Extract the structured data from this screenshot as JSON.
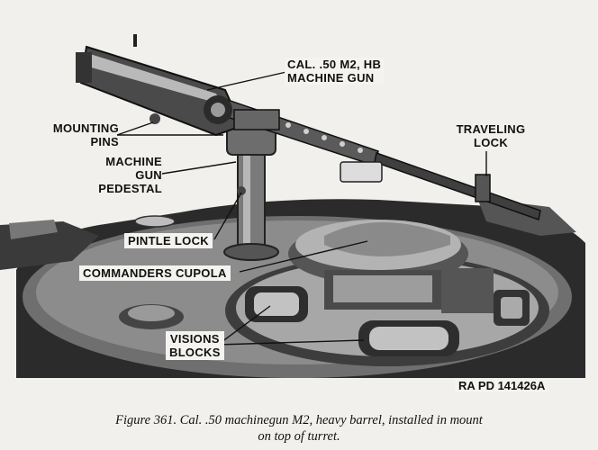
{
  "labels": {
    "gun_line1": "CAL. .50 M2, HB",
    "gun_line2": "MACHINE GUN",
    "mounting_line1": "MOUNTING",
    "mounting_line2": "PINS",
    "pedestal_line1": "MACHINE",
    "pedestal_line2": "GUN",
    "pedestal_line3": "PEDESTAL",
    "traveling_line1": "TRAVELING",
    "traveling_line2": "LOCK",
    "pintle": "PINTLE LOCK",
    "cupola": "COMMANDERS CUPOLA",
    "visions_line1": "VISIONS",
    "visions_line2": "BLOCKS",
    "ra_code": "RA PD  141426A"
  },
  "caption": {
    "line1": "Figure 361.   Cal. .50 machinegun M2, heavy barrel, installed in mount",
    "line2": "on top of turret."
  }
}
